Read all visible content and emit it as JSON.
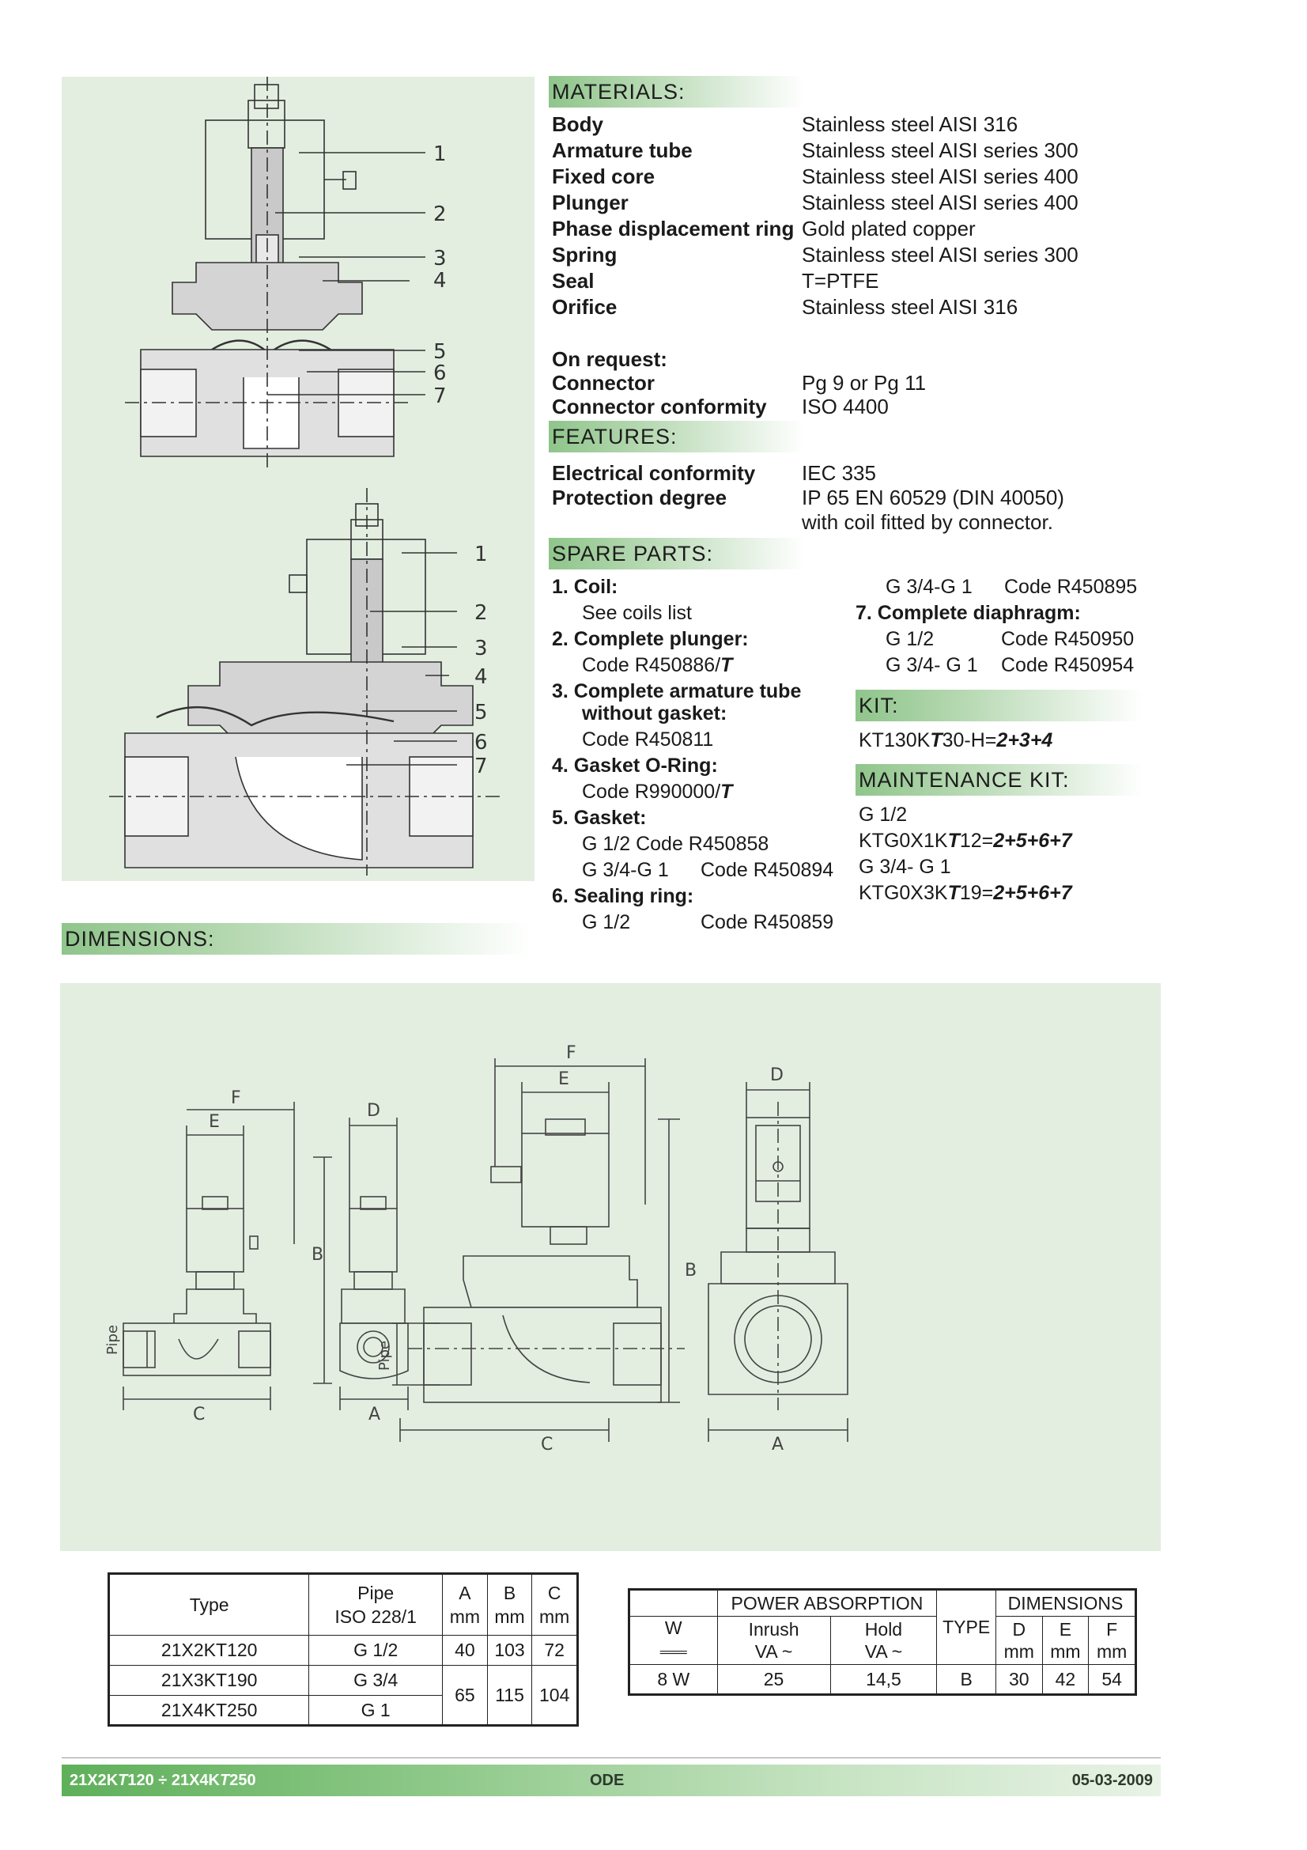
{
  "materials": {
    "header": "MATERIALS:",
    "rows": [
      {
        "label": "Body",
        "value": "Stainless steel AISI 316"
      },
      {
        "label": "Armature tube",
        "value": "Stainless steel AISI series 300"
      },
      {
        "label": "Fixed core",
        "value": "Stainless steel AISI series 400"
      },
      {
        "label": "Plunger",
        "value": "Stainless steel AISI series 400"
      },
      {
        "label": "Phase displacement ring",
        "value": "Gold plated copper"
      },
      {
        "label": "Spring",
        "value": "Stainless steel AISI series 300"
      },
      {
        "label": "Seal",
        "value": "T=PTFE"
      },
      {
        "label": "Orifice",
        "value": "Stainless steel AISI 316"
      }
    ],
    "on_request": "On request:",
    "request_rows": [
      {
        "label": "Connector",
        "value": "Pg 9 or Pg 11"
      },
      {
        "label": "Connector conformity",
        "value": "ISO 4400"
      }
    ]
  },
  "features": {
    "header": "FEATURES:",
    "rows": [
      {
        "label": "Electrical conformity",
        "value": "IEC 335"
      },
      {
        "label": "Protection degree",
        "value": "IP 65 EN 60529 (DIN 40050)"
      }
    ],
    "note": "with coil fitted by connector."
  },
  "spare_parts": {
    "header": "SPARE PARTS:",
    "l1": "1. Coil:",
    "l2": "See coils list",
    "l3": "2. Complete plunger:",
    "l4a": "Code R450886/",
    "l4b": "T",
    "l5": "3. Complete armature tube",
    "l6": "without gasket:",
    "l7": "Code R450811",
    "l8": "4. Gasket O-Ring:",
    "l9a": "Code R990000/",
    "l9b": "T",
    "l10": "5. Gasket:",
    "l11": "G 1/2 Code R450858",
    "l12a": "G 3/4-G 1",
    "l12b": "Code R450894",
    "l13": "6. Sealing ring:",
    "l14a": "G 1/2",
    "l14b": "Code R450859",
    "r1a": "G 3/4-G 1",
    "r1b": "Code R450895",
    "r2": "7. Complete diaphragm:",
    "r3a": "G 1/2",
    "r3b": "Code R450950",
    "r4a": "G 3/4- G 1",
    "r4b": "Code R450954"
  },
  "kit": {
    "header": "KIT:",
    "a": "KT130K",
    "b": "T",
    "c": "30-H=",
    "d": "2+3+4"
  },
  "maintenance_kit": {
    "header": "MAINTENANCE KIT:",
    "l1": "G 1/2",
    "l2a": "KTG0X1K",
    "l2b": "T",
    "l2c": "12=",
    "l2d": "2+5+6+7",
    "l3": "G 3/4- G 1",
    "l4a": "KTG0X3K",
    "l4b": "T",
    "l4c": "19=",
    "l4d": "2+5+6+7"
  },
  "dimensions_header": "DIMENSIONS:",
  "callouts": [
    "1",
    "2",
    "3",
    "4",
    "5",
    "6",
    "7"
  ],
  "dim_labels": {
    "a": "A",
    "b": "B",
    "c": "C",
    "d": "D",
    "e": "E",
    "f": "F",
    "pipe": "Pipe"
  },
  "table1": {
    "h_type": "Type",
    "h_pipe1": "Pipe",
    "h_pipe2": "ISO 228/1",
    "h_a": "A",
    "h_b": "B",
    "h_c": "C",
    "unit": "mm",
    "rows": [
      {
        "type": "21X2KT120",
        "pipe": "G 1/2",
        "a": "40",
        "b": "103",
        "c": "72"
      },
      {
        "type": "21X3KT190",
        "pipe": "G 3/4",
        "a": "65",
        "b": "115",
        "c": "104"
      },
      {
        "type": "21X4KT250",
        "pipe": "G 1"
      }
    ]
  },
  "table2": {
    "h_power": "POWER ABSORPTION",
    "h_dims": "DIMENSIONS",
    "h_w": "W",
    "h_w_sym": "═══",
    "h_inrush1": "Inrush",
    "h_inrush2": "VA ~",
    "h_hold1": "Hold",
    "h_hold2": "VA ~",
    "h_type": "TYPE",
    "h_d": "D",
    "h_e": "E",
    "h_f": "F",
    "unit": "mm",
    "row": {
      "w": "8 W",
      "inrush": "25",
      "hold": "14,5",
      "type": "B",
      "d": "30",
      "e": "42",
      "f": "54"
    }
  },
  "footer": {
    "left_a": "21X2K",
    "left_b": "T",
    "left_c": "120 ÷ 21X4K",
    "left_d": "T",
    "left_e": "250",
    "center": "ODE",
    "right": "05-03-2009"
  }
}
